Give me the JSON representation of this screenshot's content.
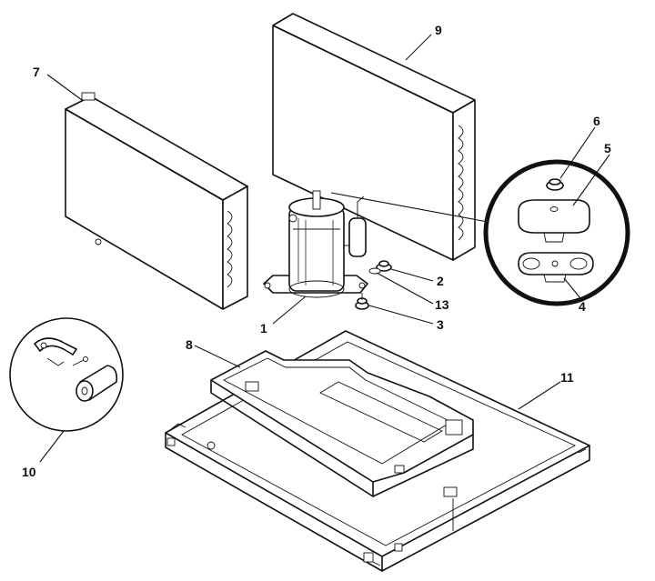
{
  "callouts": {
    "c1": "1",
    "c2": "2",
    "c3": "3",
    "c4": "4",
    "c5": "5",
    "c6": "6",
    "c7": "7",
    "c8": "8",
    "c9": "9",
    "c10": "10",
    "c11": "11",
    "c13": "13"
  },
  "colors": {
    "ink": "#111111",
    "paper": "#ffffff"
  }
}
